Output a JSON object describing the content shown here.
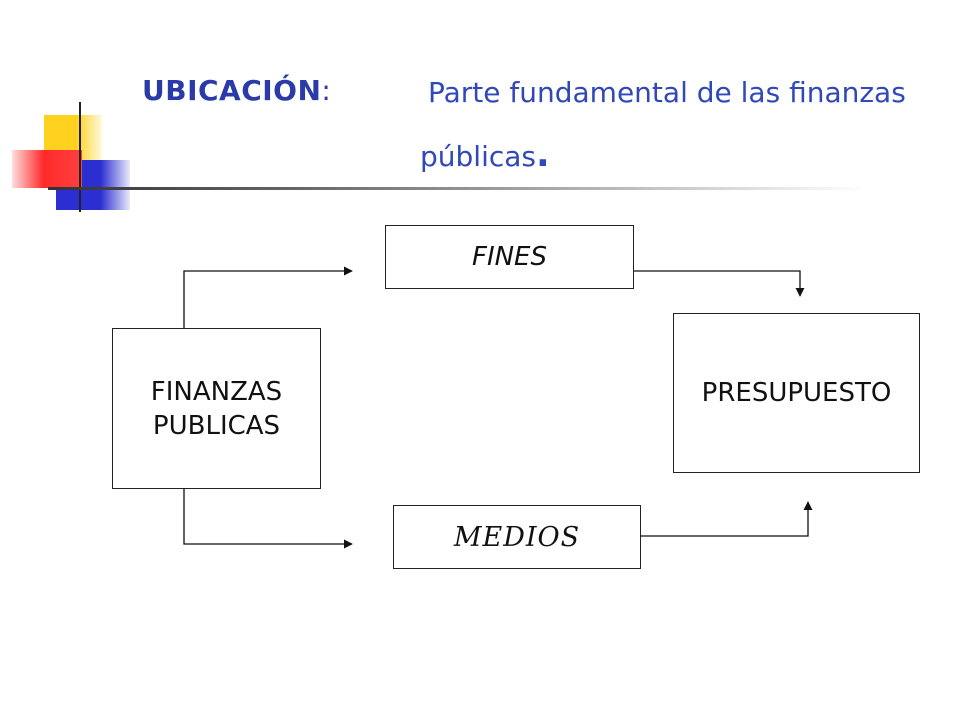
{
  "title": {
    "label": "UBICACIÓN",
    "colon": ":",
    "text_line1": "Parte fundamental de las finanzas",
    "text_line2": "públicas",
    "period": "."
  },
  "diagram": {
    "nodes": {
      "finanzas_publicas": [
        "FINANZAS",
        "PUBLICAS"
      ],
      "fines": "FINES",
      "medios": "MEDIOS",
      "presupuesto": "PRESUPUESTO"
    },
    "edges": [
      {
        "from": "FINANZAS PUBLICAS",
        "to": "FINES"
      },
      {
        "from": "FINANZAS PUBLICAS",
        "to": "MEDIOS"
      },
      {
        "from": "FINES",
        "to": "PRESUPUESTO"
      },
      {
        "from": "MEDIOS",
        "to": "PRESUPUESTO"
      }
    ]
  },
  "colors": {
    "title": "#2a3aa8",
    "accent_yellow": "#ffd21f",
    "accent_blue": "#2b2fd1",
    "accent_red": "#ff2a2a"
  }
}
